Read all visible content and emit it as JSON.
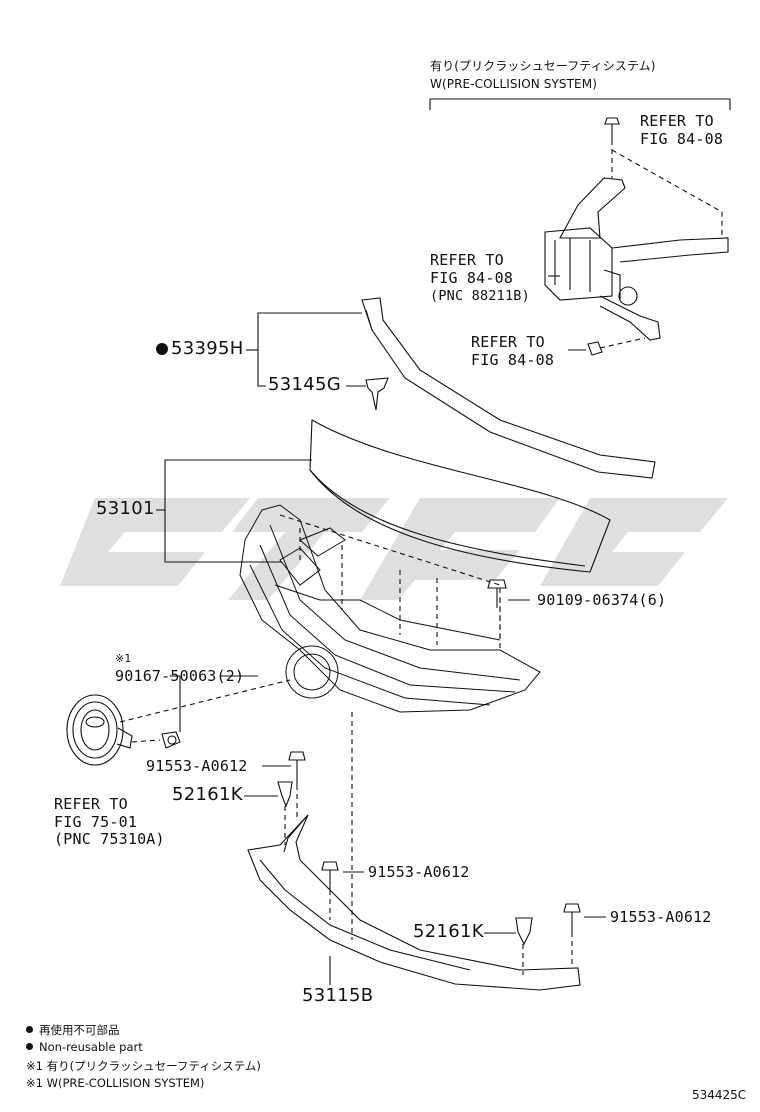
{
  "header_jp": "有り(プリクラッシュセーフティシステム)",
  "header_en": "W(PRE-COLLISION SYSTEM)",
  "refer_bolt_top": [
    "REFER TO",
    "FIG 84-08"
  ],
  "refer_sensor": [
    "REFER TO",
    "FIG 84-08",
    "(PNC 88211B)"
  ],
  "refer_bolt_lower": [
    "REFER TO",
    "FIG 84-08"
  ],
  "part_53395H": "53395H",
  "part_53145G": "53145G",
  "part_53101": "53101",
  "part_90109": "90109-06374(6)",
  "note_mark_1": "※1",
  "part_90167": "90167-50063(2)",
  "part_91553_a": "91553-A0612",
  "part_52161K_a": "52161K",
  "refer_emblem": [
    "REFER TO",
    "FIG 75-01",
    "(PNC 75310A)"
  ],
  "part_91553_b": "91553-A0612",
  "part_52161K_b": "52161K",
  "part_91553_c": "91553-A0612",
  "part_53115B": "53115B",
  "legend": [
    "再使用不可部品",
    "Non-reusable part",
    "※1 有り(プリクラッシュセーフティシステム)",
    "※1 W(PRE-COLLISION SYSTEM)"
  ],
  "figure_code": "534425C",
  "watermark_color": "#dcdcdc"
}
